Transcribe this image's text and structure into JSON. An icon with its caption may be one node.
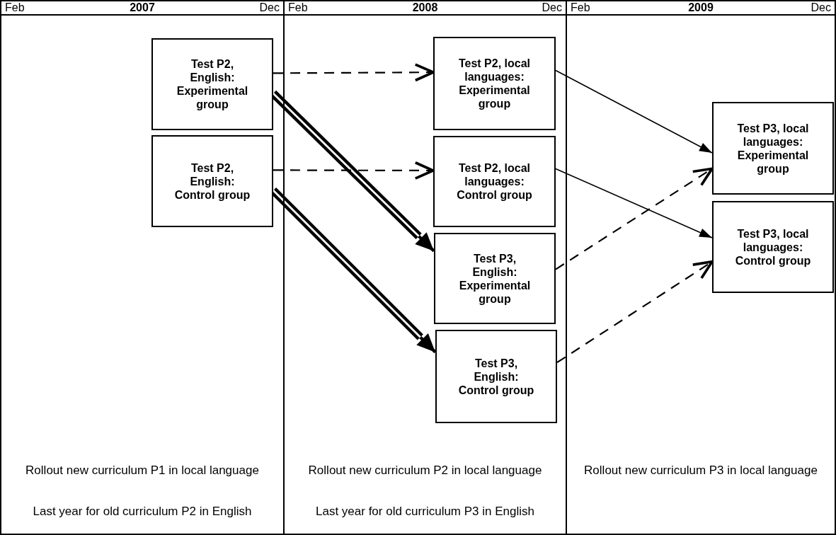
{
  "diagram": {
    "nodes": [
      {
        "text": [
          "Test P2, English: Experimental group"
        ]
      },
      {
        "text": [
          "Test P2, English: Control group"
        ]
      },
      {
        "text": [
          "Test P2, local languages: Experimental group"
        ]
      },
      {
        "text": [
          "Test P2, local languages: Control group"
        ]
      },
      {
        "text": [
          "Test P3, English: Experimental group"
        ]
      },
      {
        "text": [
          "Test P3, English: Control group"
        ]
      },
      {
        "text": [
          "Test P3, local languages: Experimental group"
        ]
      },
      {
        "text": [
          "Test P3, local languages: Control group"
        ]
      }
    ],
    "edges": [
      {
        "from": 0,
        "to": 2,
        "arrow": "to",
        "style": "dashed"
      },
      {
        "from": 0,
        "to": 4,
        "arrow": "to",
        "style": "thick"
      },
      {
        "from": 1,
        "to": 3,
        "arrow": "to",
        "style": "dashed"
      },
      {
        "from": 1,
        "to": 5,
        "arrow": "to",
        "style": "thick"
      },
      {
        "from": 2,
        "to": 6,
        "arrow": "to"
      },
      {
        "from": 3,
        "to": 7,
        "arrow": "to"
      },
      {
        "from": 4,
        "to": 6,
        "arrow": "to",
        "style": "dashed"
      },
      {
        "from": 5,
        "to": 7,
        "arrow": "to",
        "style": "dashed"
      }
    ],
    "labels": [
      "Feb",
      "2007",
      "Dec",
      "Feb",
      "2008",
      "Dec",
      "Feb",
      "2009",
      "Dec",
      "Rollout new curriculum P1 in local language",
      "Rollout new curriculum P2 in local language",
      "Rollout new curriculum P3 in local language",
      "Last year for old curriculum P2 in English",
      "Last year for old curriculum P3 in English"
    ]
  }
}
